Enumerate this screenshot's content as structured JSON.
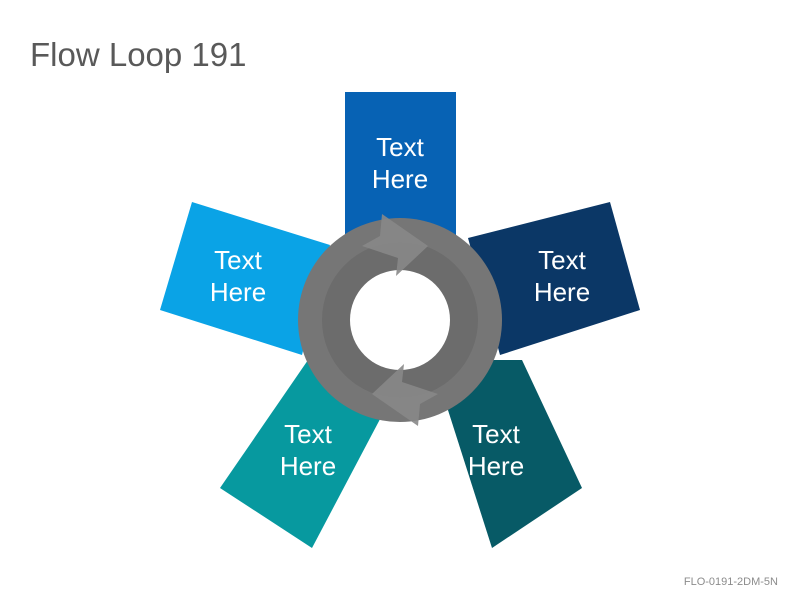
{
  "slide": {
    "title": "Flow Loop 191",
    "footer_code": "FLO-0191-2DM-5N"
  },
  "panels": [
    {
      "label": "Text\nHere",
      "color": "#0762b4"
    },
    {
      "label": "Text\nHere",
      "color": "#0b3766"
    },
    {
      "label": "Text\nHere",
      "color": "#075a66"
    },
    {
      "label": "Text\nHere",
      "color": "#07999f"
    },
    {
      "label": "Text\nHere",
      "color": "#0aa3e6"
    }
  ],
  "cycle_icon": {
    "name": "refresh-cycle-icon",
    "color": "#7a7a7a"
  }
}
